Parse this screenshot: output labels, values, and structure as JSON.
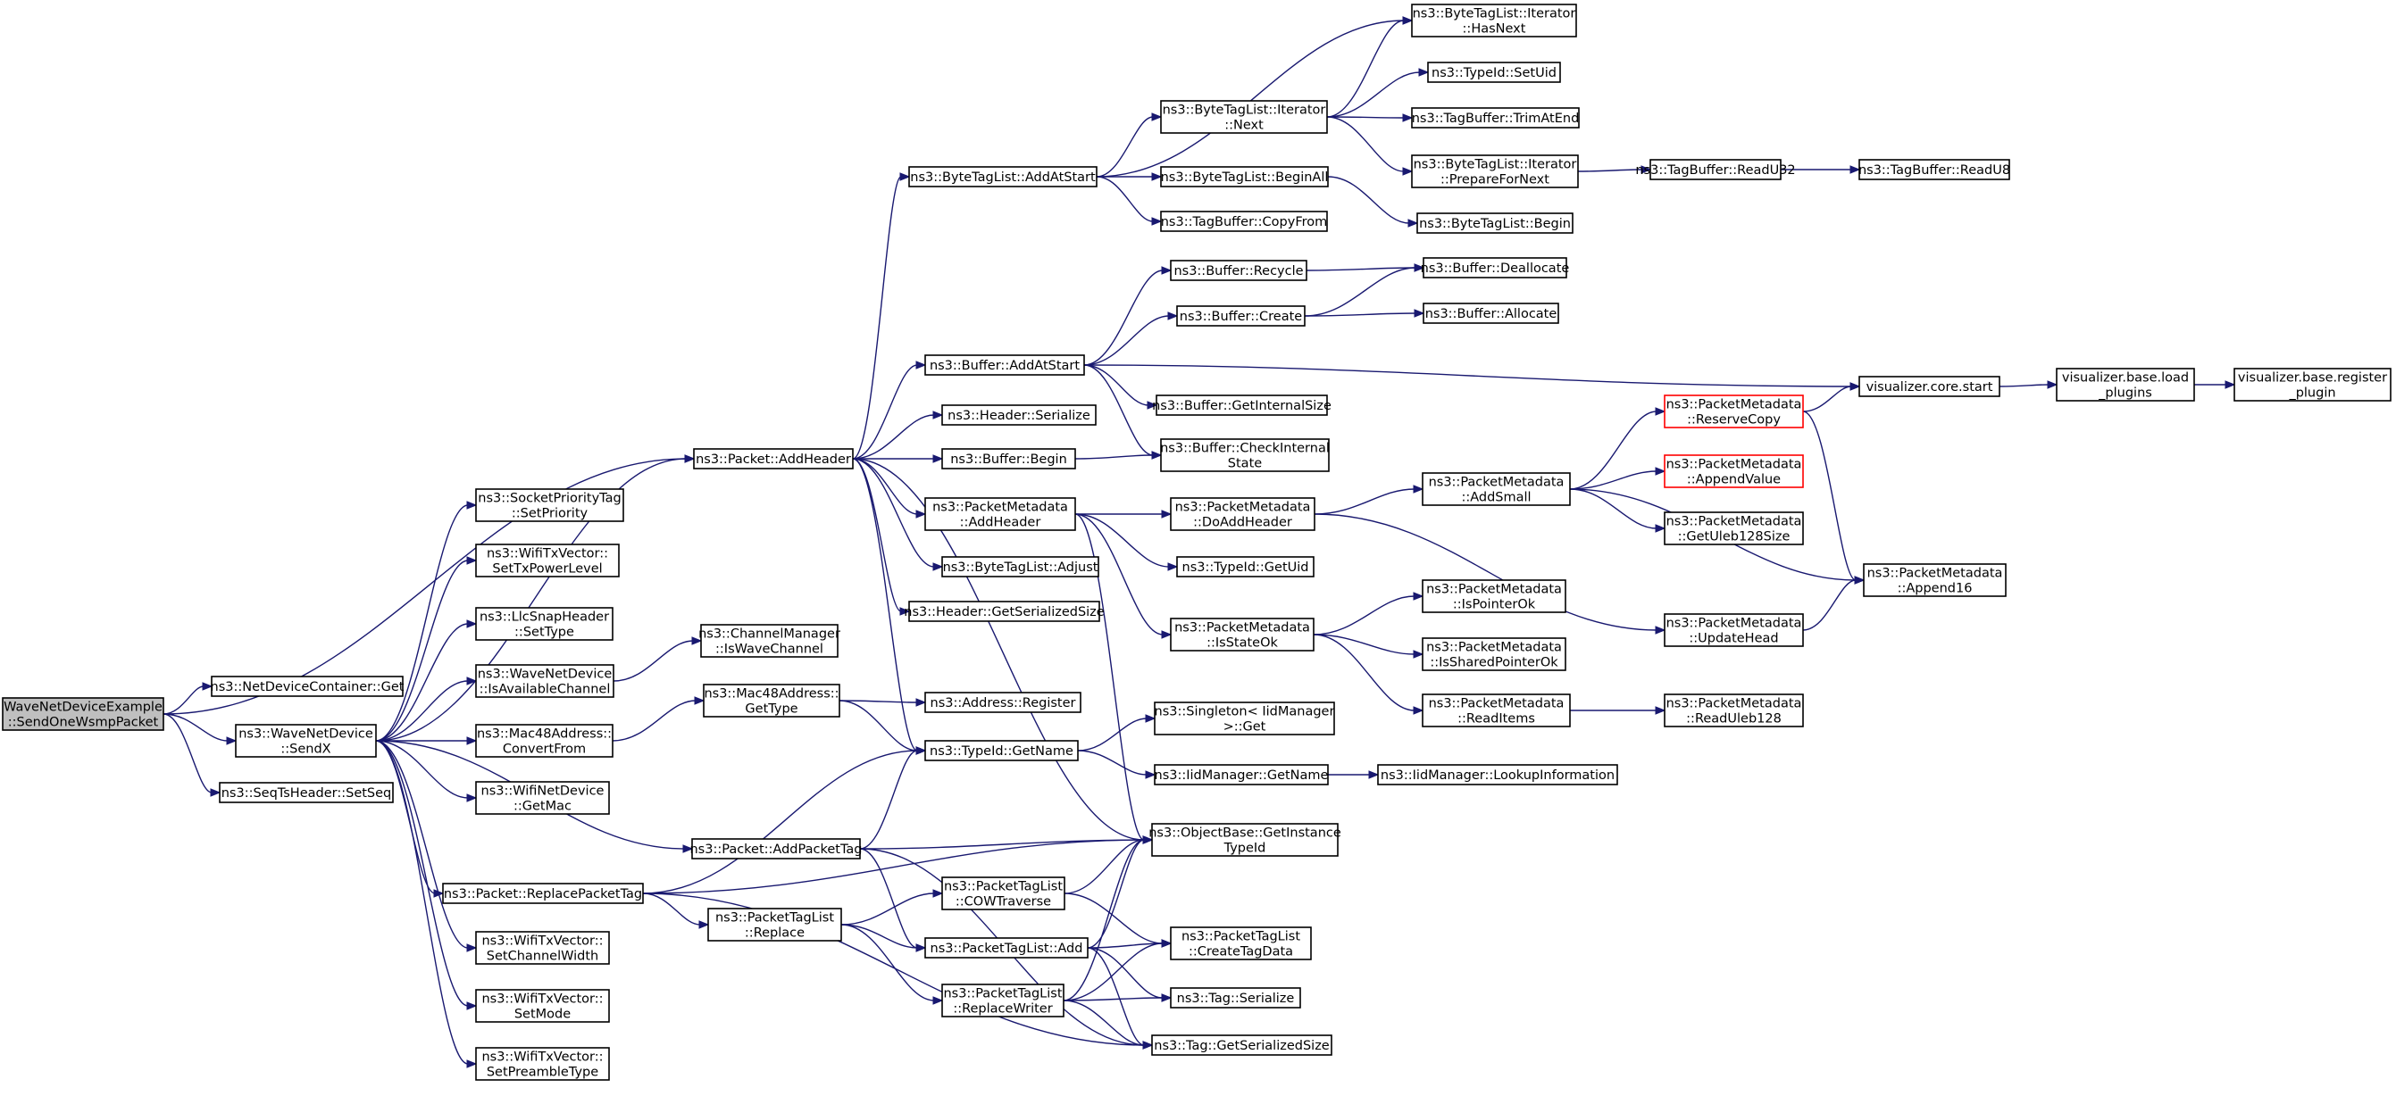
{
  "graph": {
    "edge_color": "#191970",
    "root_fill": "#bfbfbf",
    "truncated_border_color": "#ff0000",
    "nodes": [
      {
        "id": "root",
        "lines": [
          "WaveNetDeviceExample",
          "::SendOneWsmpPacket"
        ],
        "style": "root"
      },
      {
        "id": "ndc_get",
        "lines": [
          "ns3::NetDeviceContainer::Get"
        ]
      },
      {
        "id": "sendx",
        "lines": [
          "ns3::WaveNetDevice",
          "::SendX"
        ]
      },
      {
        "id": "seqts",
        "lines": [
          "ns3::SeqTsHeader::SetSeq"
        ]
      },
      {
        "id": "addheader",
        "lines": [
          "ns3::Packet::AddHeader"
        ]
      },
      {
        "id": "spt_setprio",
        "lines": [
          "ns3::SocketPriorityTag",
          "::SetPriority"
        ]
      },
      {
        "id": "wtv_txpower",
        "lines": [
          "ns3::WifiTxVector::",
          "SetTxPowerLevel"
        ]
      },
      {
        "id": "llc_settype",
        "lines": [
          "ns3::LlcSnapHeader",
          "::SetType"
        ]
      },
      {
        "id": "wnd_isavail",
        "lines": [
          "ns3::WaveNetDevice",
          "::IsAvailableChannel"
        ]
      },
      {
        "id": "mac48_convert",
        "lines": [
          "ns3::Mac48Address::",
          "ConvertFrom"
        ]
      },
      {
        "id": "wifind_getmac",
        "lines": [
          "ns3::WifiNetDevice",
          "::GetMac"
        ]
      },
      {
        "id": "replacetag",
        "lines": [
          "ns3::Packet::ReplacePacketTag"
        ]
      },
      {
        "id": "wtv_chwidth",
        "lines": [
          "ns3::WifiTxVector::",
          "SetChannelWidth"
        ]
      },
      {
        "id": "wtv_setmode",
        "lines": [
          "ns3::WifiTxVector::",
          "SetMode"
        ]
      },
      {
        "id": "wtv_preamble",
        "lines": [
          "ns3::WifiTxVector::",
          "SetPreambleType"
        ]
      },
      {
        "id": "chmgr_iswave",
        "lines": [
          "ns3::ChannelManager",
          "::IsWaveChannel"
        ]
      },
      {
        "id": "mac48_gettype",
        "lines": [
          "ns3::Mac48Address::",
          "GetType"
        ]
      },
      {
        "id": "addpackettag",
        "lines": [
          "ns3::Packet::AddPacketTag"
        ]
      },
      {
        "id": "ptl_replace",
        "lines": [
          "ns3::PacketTagList",
          "::Replace"
        ]
      },
      {
        "id": "btl_addatstart",
        "lines": [
          "ns3::ByteTagList::AddAtStart"
        ]
      },
      {
        "id": "buf_addatstart",
        "lines": [
          "ns3::Buffer::AddAtStart"
        ]
      },
      {
        "id": "hdr_serialize",
        "lines": [
          "ns3::Header::Serialize"
        ]
      },
      {
        "id": "buf_begin",
        "lines": [
          "ns3::Buffer::Begin"
        ]
      },
      {
        "id": "pm_addheader",
        "lines": [
          "ns3::PacketMetadata",
          "::AddHeader"
        ]
      },
      {
        "id": "btl_adjust",
        "lines": [
          "ns3::ByteTagList::Adjust"
        ]
      },
      {
        "id": "hdr_getsize",
        "lines": [
          "ns3::Header::GetSerializedSize"
        ]
      },
      {
        "id": "addr_register",
        "lines": [
          "ns3::Address::Register"
        ]
      },
      {
        "id": "typeid_getname",
        "lines": [
          "ns3::TypeId::GetName"
        ]
      },
      {
        "id": "ptl_cow",
        "lines": [
          "ns3::PacketTagList",
          "::COWTraverse"
        ]
      },
      {
        "id": "ptl_add",
        "lines": [
          "ns3::PacketTagList::Add"
        ]
      },
      {
        "id": "ptl_replacewriter",
        "lines": [
          "ns3::PacketTagList",
          "::ReplaceWriter"
        ]
      },
      {
        "id": "btli_next",
        "lines": [
          "ns3::ByteTagList::Iterator",
          "::Next"
        ]
      },
      {
        "id": "btl_beginall",
        "lines": [
          "ns3::ByteTagList::BeginAll"
        ]
      },
      {
        "id": "tb_copyfrom",
        "lines": [
          "ns3::TagBuffer::CopyFrom"
        ]
      },
      {
        "id": "buf_recycle",
        "lines": [
          "ns3::Buffer::Recycle"
        ]
      },
      {
        "id": "buf_create",
        "lines": [
          "ns3::Buffer::Create"
        ]
      },
      {
        "id": "buf_getinternal",
        "lines": [
          "ns3::Buffer::GetInternalSize"
        ]
      },
      {
        "id": "buf_checkinternal",
        "lines": [
          "ns3::Buffer::CheckInternal",
          "State"
        ]
      },
      {
        "id": "pm_doaddheader",
        "lines": [
          "ns3::PacketMetadata",
          "::DoAddHeader"
        ]
      },
      {
        "id": "typeid_getuid",
        "lines": [
          "ns3::TypeId::GetUid"
        ]
      },
      {
        "id": "pm_isstateok",
        "lines": [
          "ns3::PacketMetadata",
          "::IsStateOk"
        ]
      },
      {
        "id": "singleton_get",
        "lines": [
          "ns3::Singleton< IidManager",
          ">::Get"
        ]
      },
      {
        "id": "iid_getname",
        "lines": [
          "ns3::IidManager::GetName"
        ]
      },
      {
        "id": "ob_getinstance",
        "lines": [
          "ns3::ObjectBase::GetInstance",
          "TypeId"
        ]
      },
      {
        "id": "ptl_createtagdata",
        "lines": [
          "ns3::PacketTagList",
          "::CreateTagData"
        ]
      },
      {
        "id": "tag_serialize",
        "lines": [
          "ns3::Tag::Serialize"
        ]
      },
      {
        "id": "tag_getsize",
        "lines": [
          "ns3::Tag::GetSerializedSize"
        ]
      },
      {
        "id": "btli_hasnext",
        "lines": [
          "ns3::ByteTagList::Iterator",
          "::HasNext"
        ]
      },
      {
        "id": "typeid_setuid",
        "lines": [
          "ns3::TypeId::SetUid"
        ]
      },
      {
        "id": "tb_trimatend",
        "lines": [
          "ns3::TagBuffer::TrimAtEnd"
        ]
      },
      {
        "id": "btli_prepare",
        "lines": [
          "ns3::ByteTagList::Iterator",
          "::PrepareForNext"
        ]
      },
      {
        "id": "btl_begin",
        "lines": [
          "ns3::ByteTagList::Begin"
        ]
      },
      {
        "id": "buf_dealloc",
        "lines": [
          "ns3::Buffer::Deallocate"
        ]
      },
      {
        "id": "buf_alloc",
        "lines": [
          "ns3::Buffer::Allocate"
        ]
      },
      {
        "id": "pm_addsmall",
        "lines": [
          "ns3::PacketMetadata",
          "::AddSmall"
        ]
      },
      {
        "id": "pm_updatehead",
        "lines": [
          "ns3::PacketMetadata",
          "::UpdateHead"
        ]
      },
      {
        "id": "pm_ispointerok",
        "lines": [
          "ns3::PacketMetadata",
          "::IsPointerOk"
        ]
      },
      {
        "id": "pm_issharedok",
        "lines": [
          "ns3::PacketMetadata",
          "::IsSharedPointerOk"
        ]
      },
      {
        "id": "pm_readitems",
        "lines": [
          "ns3::PacketMetadata",
          "::ReadItems"
        ]
      },
      {
        "id": "iid_lookup",
        "lines": [
          "ns3::IidManager::LookupInformation"
        ]
      },
      {
        "id": "tb_readu32",
        "lines": [
          "ns3::TagBuffer::ReadU32"
        ]
      },
      {
        "id": "tb_readu8",
        "lines": [
          "ns3::TagBuffer::ReadU8"
        ]
      },
      {
        "id": "vis_start",
        "lines": [
          "visualizer.core.start"
        ]
      },
      {
        "id": "pm_reservecopy",
        "lines": [
          "ns3::PacketMetadata",
          "::ReserveCopy"
        ],
        "style": "red"
      },
      {
        "id": "pm_appendvalue",
        "lines": [
          "ns3::PacketMetadata",
          "::AppendValue"
        ],
        "style": "red"
      },
      {
        "id": "pm_getuleb",
        "lines": [
          "ns3::PacketMetadata",
          "::GetUleb128Size"
        ]
      },
      {
        "id": "pm_append16",
        "lines": [
          "ns3::PacketMetadata",
          "::Append16"
        ]
      },
      {
        "id": "pm_readuleb",
        "lines": [
          "ns3::PacketMetadata",
          "::ReadUleb128"
        ]
      },
      {
        "id": "vis_load",
        "lines": [
          "visualizer.base.load",
          "_plugins"
        ]
      },
      {
        "id": "vis_register",
        "lines": [
          "visualizer.base.register",
          "_plugin"
        ]
      }
    ],
    "edges": [
      [
        "root",
        "addheader"
      ],
      [
        "root",
        "ndc_get"
      ],
      [
        "root",
        "sendx"
      ],
      [
        "root",
        "seqts"
      ],
      [
        "sendx",
        "addheader"
      ],
      [
        "sendx",
        "spt_setprio"
      ],
      [
        "sendx",
        "wtv_txpower"
      ],
      [
        "sendx",
        "llc_settype"
      ],
      [
        "sendx",
        "wnd_isavail"
      ],
      [
        "sendx",
        "mac48_convert"
      ],
      [
        "sendx",
        "wifind_getmac"
      ],
      [
        "sendx",
        "addpackettag"
      ],
      [
        "sendx",
        "replacetag"
      ],
      [
        "sendx",
        "wtv_chwidth"
      ],
      [
        "sendx",
        "wtv_setmode"
      ],
      [
        "sendx",
        "wtv_preamble"
      ],
      [
        "wnd_isavail",
        "chmgr_iswave"
      ],
      [
        "mac48_convert",
        "mac48_gettype"
      ],
      [
        "mac48_gettype",
        "addr_register"
      ],
      [
        "mac48_gettype",
        "typeid_getname"
      ],
      [
        "replacetag",
        "typeid_getname"
      ],
      [
        "replacetag",
        "ob_getinstance"
      ],
      [
        "replacetag",
        "ptl_replace"
      ],
      [
        "replacetag",
        "tag_getsize"
      ],
      [
        "addpackettag",
        "typeid_getname"
      ],
      [
        "addpackettag",
        "ob_getinstance"
      ],
      [
        "addpackettag",
        "ptl_add"
      ],
      [
        "addpackettag",
        "tag_getsize"
      ],
      [
        "ptl_replace",
        "ptl_cow"
      ],
      [
        "ptl_replace",
        "ptl_add"
      ],
      [
        "ptl_replace",
        "ptl_replacewriter"
      ],
      [
        "ptl_cow",
        "ob_getinstance"
      ],
      [
        "ptl_cow",
        "ptl_createtagdata"
      ],
      [
        "ptl_add",
        "ob_getinstance"
      ],
      [
        "ptl_add",
        "ptl_createtagdata"
      ],
      [
        "ptl_add",
        "tag_serialize"
      ],
      [
        "ptl_add",
        "tag_getsize"
      ],
      [
        "ptl_replacewriter",
        "ob_getinstance"
      ],
      [
        "ptl_replacewriter",
        "ptl_createtagdata"
      ],
      [
        "ptl_replacewriter",
        "tag_serialize"
      ],
      [
        "ptl_replacewriter",
        "tag_getsize"
      ],
      [
        "addheader",
        "btl_addatstart"
      ],
      [
        "addheader",
        "buf_addatstart"
      ],
      [
        "addheader",
        "hdr_serialize"
      ],
      [
        "addheader",
        "buf_begin"
      ],
      [
        "addheader",
        "pm_addheader"
      ],
      [
        "addheader",
        "btl_adjust"
      ],
      [
        "addheader",
        "hdr_getsize"
      ],
      [
        "addheader",
        "typeid_getname"
      ],
      [
        "addheader",
        "ob_getinstance"
      ],
      [
        "btl_addatstart",
        "btli_hasnext"
      ],
      [
        "btl_addatstart",
        "btli_next"
      ],
      [
        "btl_addatstart",
        "btl_beginall"
      ],
      [
        "btl_addatstart",
        "tb_copyfrom"
      ],
      [
        "btli_next",
        "btli_hasnext"
      ],
      [
        "btli_next",
        "typeid_setuid"
      ],
      [
        "btli_next",
        "tb_trimatend"
      ],
      [
        "btli_next",
        "btli_prepare"
      ],
      [
        "btl_beginall",
        "btl_begin"
      ],
      [
        "btli_prepare",
        "tb_readu32"
      ],
      [
        "tb_readu32",
        "tb_readu8"
      ],
      [
        "buf_addatstart",
        "buf_recycle"
      ],
      [
        "buf_addatstart",
        "buf_create"
      ],
      [
        "buf_addatstart",
        "vis_start"
      ],
      [
        "buf_addatstart",
        "buf_getinternal"
      ],
      [
        "buf_addatstart",
        "buf_checkinternal"
      ],
      [
        "buf_recycle",
        "buf_dealloc"
      ],
      [
        "buf_create",
        "buf_dealloc"
      ],
      [
        "buf_create",
        "buf_alloc"
      ],
      [
        "buf_begin",
        "buf_checkinternal"
      ],
      [
        "pm_addheader",
        "pm_doaddheader"
      ],
      [
        "pm_addheader",
        "typeid_getuid"
      ],
      [
        "pm_addheader",
        "pm_isstateok"
      ],
      [
        "pm_addheader",
        "ob_getinstance"
      ],
      [
        "pm_doaddheader",
        "pm_addsmall"
      ],
      [
        "pm_doaddheader",
        "pm_updatehead"
      ],
      [
        "pm_addsmall",
        "pm_reservecopy"
      ],
      [
        "pm_addsmall",
        "pm_appendvalue"
      ],
      [
        "pm_addsmall",
        "pm_getuleb"
      ],
      [
        "pm_addsmall",
        "pm_append16"
      ],
      [
        "pm_reservecopy",
        "vis_start"
      ],
      [
        "pm_reservecopy",
        "pm_append16"
      ],
      [
        "pm_updatehead",
        "pm_append16"
      ],
      [
        "pm_isstateok",
        "pm_ispointerok"
      ],
      [
        "pm_isstateok",
        "pm_issharedok"
      ],
      [
        "pm_isstateok",
        "pm_readitems"
      ],
      [
        "pm_readitems",
        "pm_readuleb"
      ],
      [
        "typeid_getname",
        "singleton_get"
      ],
      [
        "typeid_getname",
        "iid_getname"
      ],
      [
        "iid_getname",
        "iid_lookup"
      ],
      [
        "vis_start",
        "vis_load"
      ],
      [
        "vis_load",
        "vis_register"
      ]
    ]
  }
}
